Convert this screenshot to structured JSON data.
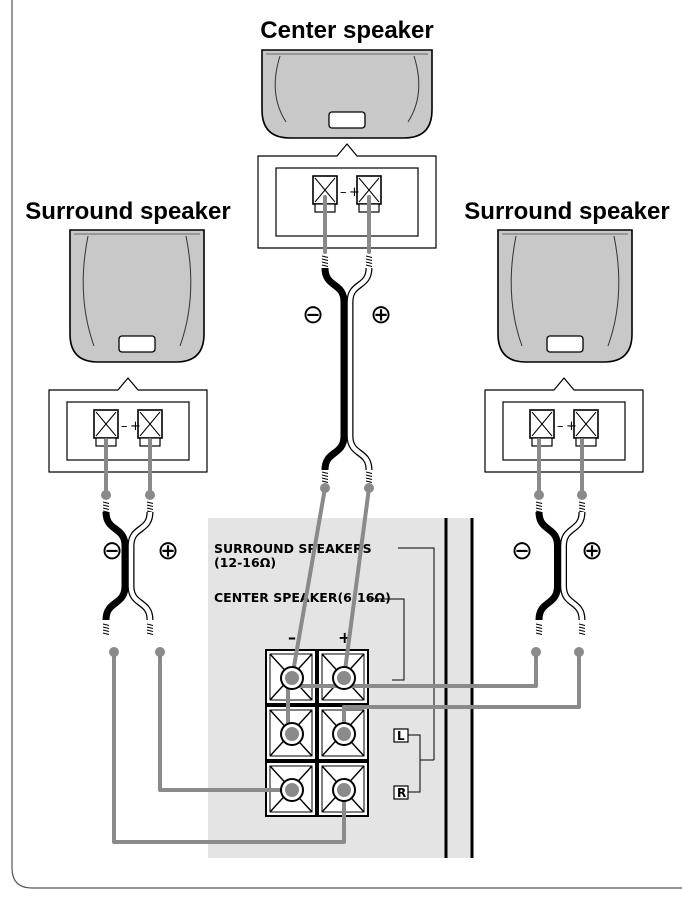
{
  "labels": {
    "center_speaker": "Center speaker",
    "surround_left": "Surround speaker",
    "surround_right": "Surround speaker"
  },
  "panel": {
    "surround_label": "SURROUND SPEAKERS",
    "surround_impedance": "(12-16Ω)",
    "center_label": "CENTER SPEAKER(6-16Ω)",
    "minus": "–",
    "plus": "+",
    "left_box": "L",
    "right_box": "R"
  },
  "polarity": {
    "minus": "⊖",
    "plus": "⊕",
    "small_minus": "–",
    "small_plus": "+"
  },
  "colors": {
    "cable_gray": "#8a8a8a",
    "panel_gray": "#e4e4e4",
    "speaker_gray": "#c8c8c8"
  }
}
